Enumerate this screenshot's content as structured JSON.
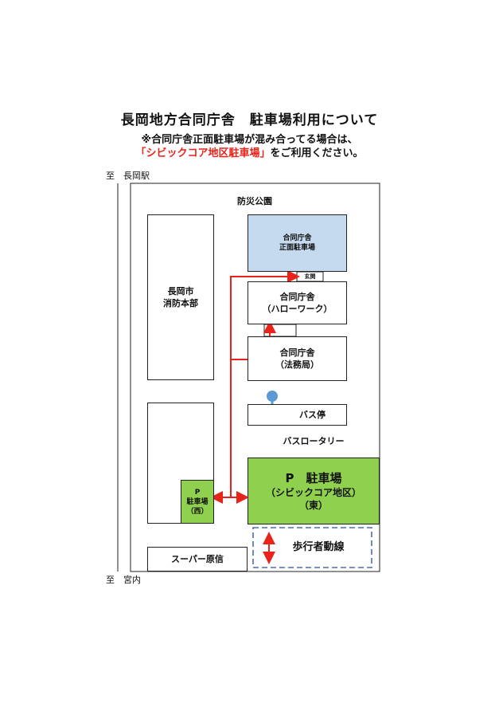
{
  "header": {
    "title": "長岡地方合同庁舎　駐車場利用について",
    "note_line1": "※合同庁舎正面駐車場が混み合ってる場合は、",
    "note_line2_red": "「シビックコア地区駐車場」",
    "note_line2_rest": "をご利用ください。"
  },
  "map": {
    "to_station": "至　長岡駅",
    "to_miyauchi": "至　宮内",
    "bousai_park": "防災公園",
    "fire_hq": [
      "長岡市",
      "消防本部"
    ],
    "front_parking": [
      "合同庁舎",
      "正面駐車場"
    ],
    "entrance": "玄関",
    "hello_work": [
      "合同庁舎",
      "（ハローワーク）"
    ],
    "legal_bureau": [
      "合同庁舎",
      "（法務局）"
    ],
    "bus_stop": "バス停",
    "bus_rotary": "バスロータリー",
    "civic_parking": [
      "P　駐車場",
      "（シビックコア地区）",
      "（東）"
    ],
    "west_parking": [
      "P",
      "駐車場",
      "（西）"
    ],
    "supermarket": "スーパー原信",
    "pedestrian_route": "歩行者動線"
  },
  "colors": {
    "front_parking_fill": "#c5d9ef",
    "parking_green": "#8fd14f",
    "route_red": "#e8231a",
    "dashed_blue": "#4a6fa5",
    "bus_stop_blue": "#5b9bd5"
  }
}
